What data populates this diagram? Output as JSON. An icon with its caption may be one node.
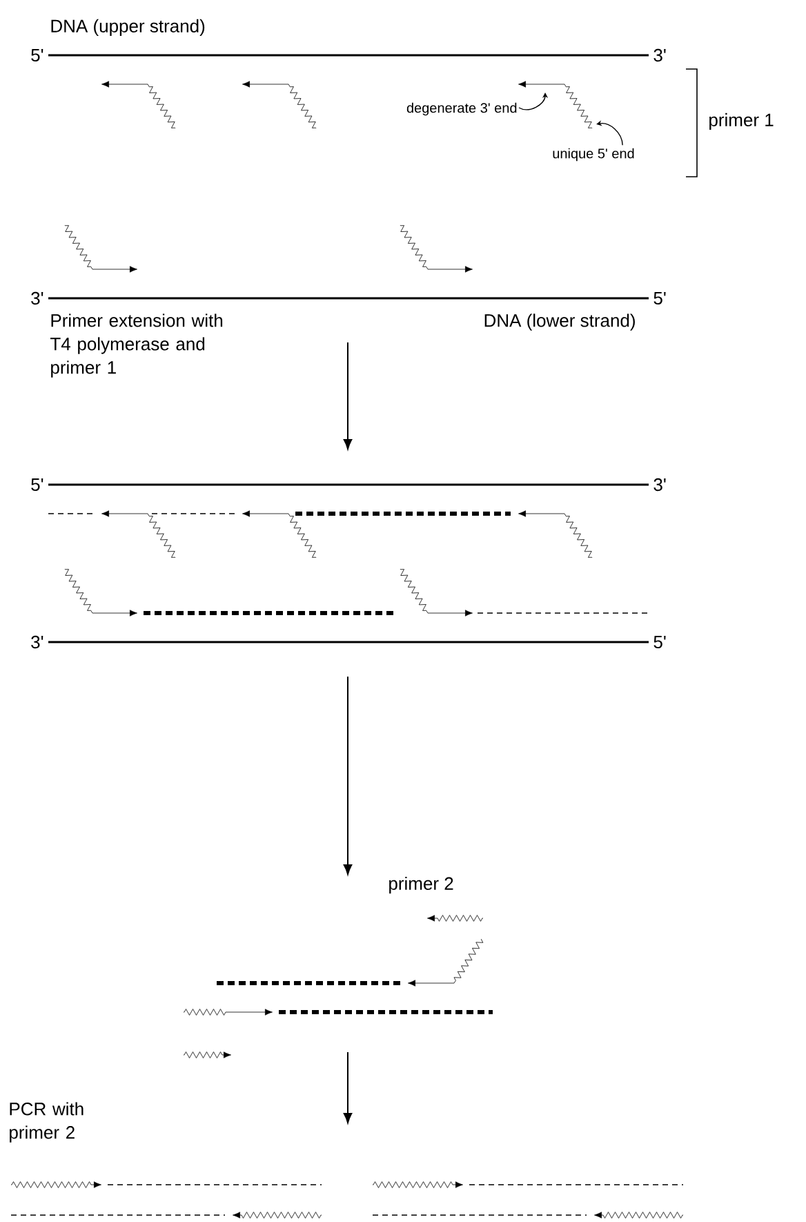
{
  "diagram": {
    "nodes": [
      {
        "text": [
          "degenerate 3' end"
        ]
      },
      {
        "text": [
          "unique 5' end"
        ]
      },
      {
        "text": [],
        "shape": "picture"
      }
    ],
    "edges": [
      {
        "from": 0,
        "to": 2,
        "arrow": "to"
      },
      {
        "from": 1,
        "to": 2,
        "arrow": "to"
      }
    ],
    "labels": [
      "DNA (upper strand)",
      "5'",
      "3'",
      "primer 1",
      "3'",
      "5'",
      "Primer extension with T4 polymerase and primer 1",
      "DNA (lower strand)",
      "5'",
      "3'",
      "3'",
      "5'",
      "primer 2",
      "PCR with primer 2"
    ]
  }
}
